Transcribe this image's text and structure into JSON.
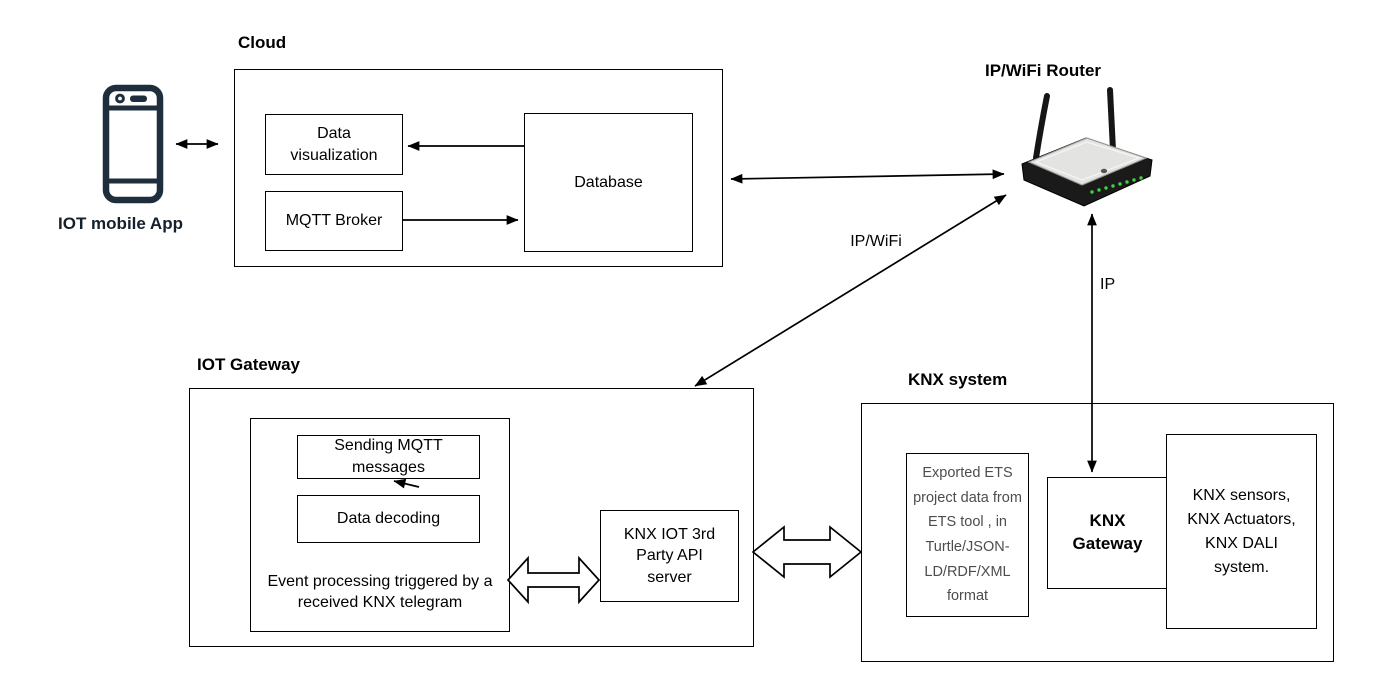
{
  "diagram": {
    "mobile_app": {
      "label": "IOT mobile App"
    },
    "cloud": {
      "title": "Cloud",
      "data_visualization": "Data visualization",
      "mqtt_broker": "MQTT Broker",
      "database": "Database"
    },
    "router": {
      "title": "IP/WiFi Router"
    },
    "links": {
      "ip_wifi": "IP/WiFi",
      "ip": "IP"
    },
    "iot_gateway": {
      "title": "IOT Gateway",
      "sending_mqtt": "Sending MQTT messages",
      "data_decoding": "Data decoding",
      "event_processing": "Event processing triggered by a received KNX telegram",
      "api_server": "KNX IOT 3rd Party API server"
    },
    "knx_system": {
      "title": "KNX system",
      "exported_ets": "Exported ETS project data from ETS tool , in Turtle/JSON-LD/RDF/XML format",
      "knx_gateway": "KNX Gateway",
      "knx_devices": "KNX sensors, KNX Actuators, KNX DALI system."
    },
    "colors": {
      "stroke": "#000000",
      "phone_icon": "#1f2e3d",
      "label_text": "#111111",
      "gray_text": "#4d4d4d",
      "led_green": "#3fd43f",
      "router_top": "#e3e3e1",
      "router_base": "#1a1a1a"
    }
  }
}
